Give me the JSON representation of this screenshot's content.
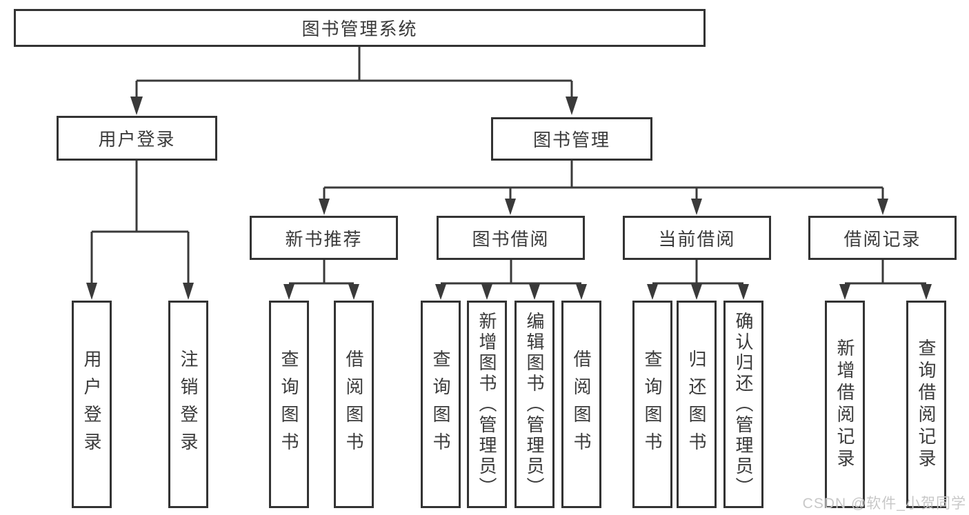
{
  "diagram": {
    "title_node": "图书管理系统",
    "colors": {
      "line": "#3a3a3a",
      "box_border": "#333333",
      "box_background": "#ffffff",
      "text": "#3a3a3a",
      "watermark": "#c8c8c8"
    },
    "nodes": {
      "root": {
        "label": "图书管理系统"
      },
      "user_login": {
        "label": "用户登录"
      },
      "book_mgmt": {
        "label": "图书管理"
      },
      "new_book_rec": {
        "label": "新书推荐"
      },
      "book_borrow": {
        "label": "图书借阅"
      },
      "current_borrow": {
        "label": "当前借阅"
      },
      "borrow_records": {
        "label": "借阅记录"
      },
      "leaf_user_login": {
        "label": "用户登录"
      },
      "leaf_logout": {
        "label": "注销登录"
      },
      "leaf_query_books_1": {
        "label": "查询图书"
      },
      "leaf_borrow_books_1": {
        "label": "借阅图书"
      },
      "leaf_query_books_2": {
        "label": "查询图书"
      },
      "leaf_add_books": {
        "label": "新增图书（管理员）"
      },
      "leaf_edit_books": {
        "label": "编辑图书（管理员）"
      },
      "leaf_borrow_books_2": {
        "label": "借阅图书"
      },
      "leaf_query_books_3": {
        "label": "查询图书"
      },
      "leaf_return_books": {
        "label": "归还图书"
      },
      "leaf_confirm_return": {
        "label": "确认归还（管理员）"
      },
      "leaf_add_record": {
        "label": "新增借阅记录"
      },
      "leaf_query_record": {
        "label": "查询借阅记录"
      }
    },
    "edges": [
      {
        "from": "root",
        "to": "user_login"
      },
      {
        "from": "root",
        "to": "book_mgmt"
      },
      {
        "from": "user_login",
        "to": "leaf_user_login"
      },
      {
        "from": "user_login",
        "to": "leaf_logout"
      },
      {
        "from": "book_mgmt",
        "to": "new_book_rec"
      },
      {
        "from": "book_mgmt",
        "to": "book_borrow"
      },
      {
        "from": "book_mgmt",
        "to": "current_borrow"
      },
      {
        "from": "book_mgmt",
        "to": "borrow_records"
      },
      {
        "from": "new_book_rec",
        "to": "leaf_query_books_1"
      },
      {
        "from": "new_book_rec",
        "to": "leaf_borrow_books_1"
      },
      {
        "from": "book_borrow",
        "to": "leaf_query_books_2"
      },
      {
        "from": "book_borrow",
        "to": "leaf_add_books"
      },
      {
        "from": "book_borrow",
        "to": "leaf_edit_books"
      },
      {
        "from": "book_borrow",
        "to": "leaf_borrow_books_2"
      },
      {
        "from": "current_borrow",
        "to": "leaf_query_books_3"
      },
      {
        "from": "current_borrow",
        "to": "leaf_return_books"
      },
      {
        "from": "current_borrow",
        "to": "leaf_confirm_return"
      },
      {
        "from": "borrow_records",
        "to": "leaf_add_record"
      },
      {
        "from": "borrow_records",
        "to": "leaf_query_record"
      }
    ]
  },
  "watermark": {
    "text": "CSDN @软件_小贺同学"
  }
}
